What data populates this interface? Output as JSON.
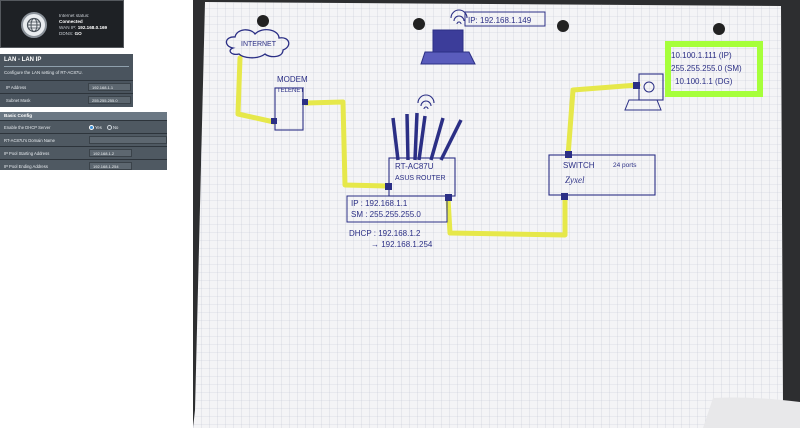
{
  "status_panel": {
    "internet_label": "Internet status:",
    "internet_value": "Connected",
    "wan_label": "WAN IP:",
    "wan_value": "192.168.0.169",
    "ddns_label": "DDNS:",
    "ddns_value": "GO"
  },
  "lan_panel": {
    "title": "LAN - LAN IP",
    "description": "Configure the LAN setting of RT-AC87U.",
    "rows": [
      {
        "label": "IP Address",
        "value": "192.168.1.1"
      },
      {
        "label": "Subnet Mask",
        "value": "255.255.255.0"
      }
    ]
  },
  "basic_config": {
    "header": "Basic Config",
    "dhcp_label": "Enable the DHCP Server",
    "yes_label": "Yes",
    "no_label": "No",
    "domain_label": "RT-AC87U's Domain Name",
    "domain_value": "",
    "start_label": "IP Pool Starting Address",
    "start_value": "192.168.1.2",
    "end_label": "IP Pool Ending Address",
    "end_value": "192.168.1.254"
  },
  "sketch": {
    "internet": "INTERNET",
    "modem": "MODEM",
    "modem_sub": "TELENET",
    "laptop_ip": "IP: 192.168.1.149",
    "router_model": "RT-AC87U",
    "router_brand": "ASUS ROUTER",
    "router_ip": "IP : 192.168.1.1",
    "router_sm": "SM : 255.255.255.0",
    "dhcp_from": "DHCP : 192.168.1.2",
    "dhcp_to": "→ 192.168.1.254",
    "switch_label": "SWITCH",
    "switch_ports": "24 ports",
    "switch_brand": "Zyxel",
    "pc_ip": "10.100.1.111 (IP)",
    "pc_sm": "255.255.255.0 (SM)",
    "pc_dg": "10.100.1.1 (DG)"
  },
  "colors": {
    "cable": "#e6e84a",
    "ink": "#2b2f85",
    "highlight": "#a6ff3a",
    "panel_dark": "#4a545e"
  }
}
